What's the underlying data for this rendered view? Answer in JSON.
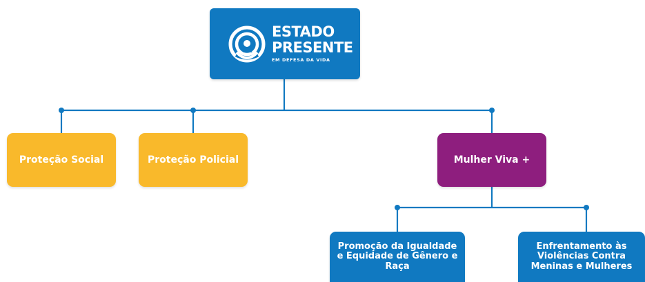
{
  "root": {
    "brand_line1": "ESTADO",
    "brand_line2": "PRESENTE",
    "tagline": "EM DEFESA DA VIDA",
    "color": "#1079c1",
    "icon": "estado-presente-logo-icon"
  },
  "branches": [
    {
      "label": "Proteção Social",
      "color": "#f9b92b"
    },
    {
      "label": "Proteção Policial",
      "color": "#f9b92b"
    },
    {
      "label": "Mulher Viva +",
      "color": "#8e1e7e"
    }
  ],
  "sub_branches": [
    {
      "label": "Promoção da Igualdade e Equidade de Gênero e Raça",
      "color": "#1079c1"
    },
    {
      "label": "Enfrentamento às Violências Contra Meninas e Mulheres",
      "color": "#1079c1"
    }
  ],
  "connector_color": "#1079c1"
}
